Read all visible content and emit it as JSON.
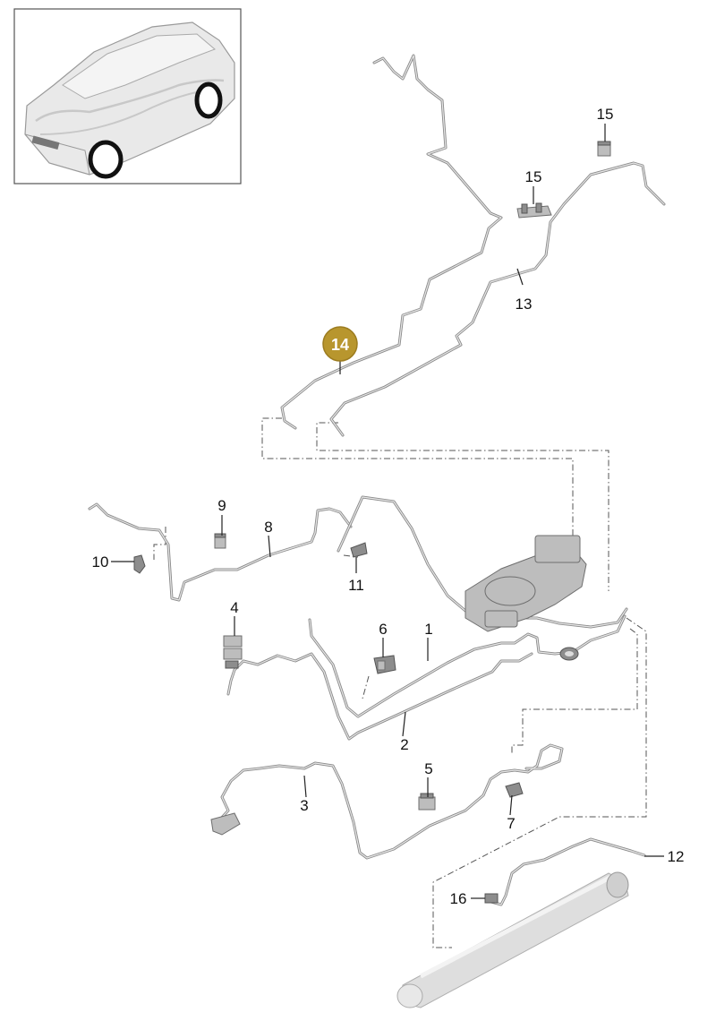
{
  "thumbnail": {
    "label": "vehicle-overview"
  },
  "highlighted": {
    "number": "14"
  },
  "callouts": {
    "c1": "1",
    "c2": "2",
    "c3": "3",
    "c4": "4",
    "c5": "5",
    "c6": "6",
    "c7": "7",
    "c8": "8",
    "c9": "9",
    "c10": "10",
    "c11": "11",
    "c12": "12",
    "c13": "13",
    "c15a": "15",
    "c15b": "15",
    "c16": "16"
  },
  "colors": {
    "highlight": "#b8962e",
    "pipe": "#8a8a8a",
    "line": "#222222"
  }
}
